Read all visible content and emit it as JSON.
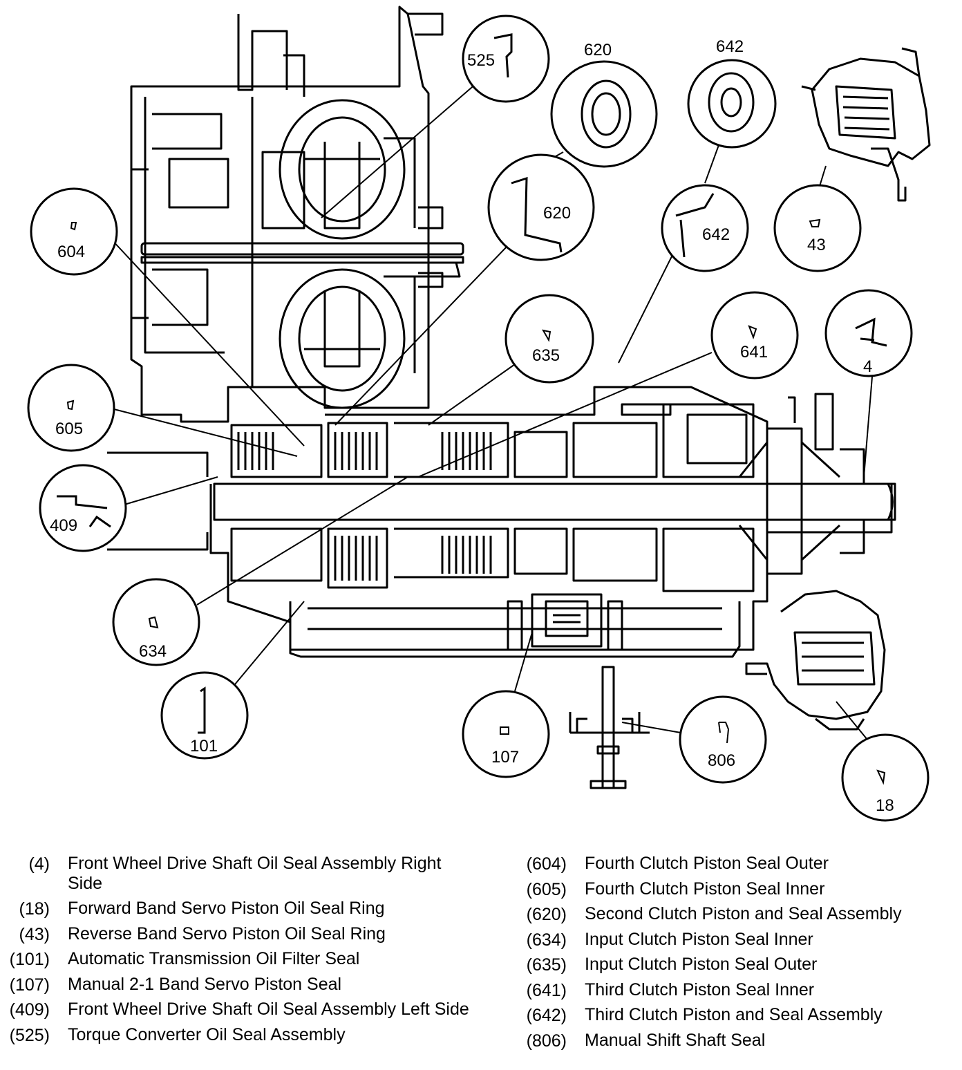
{
  "callouts": [
    {
      "id": "c525",
      "label": "525",
      "icon": "seal-profile-icon"
    },
    {
      "id": "c620-part",
      "label": "620",
      "icon": "piston-seal-part-icon"
    },
    {
      "id": "c642-part",
      "label": "642",
      "icon": "piston-seal-part-icon"
    },
    {
      "id": "c604",
      "label": "604",
      "icon": "seal-section-icon"
    },
    {
      "id": "c620",
      "label": "620",
      "icon": "seal-profile-icon"
    },
    {
      "id": "c642",
      "label": "642",
      "icon": "seal-profile-icon"
    },
    {
      "id": "c43",
      "label": "43",
      "icon": "seal-section-icon"
    },
    {
      "id": "c635",
      "label": "635",
      "icon": "seal-section-icon"
    },
    {
      "id": "c641",
      "label": "641",
      "icon": "seal-section-icon"
    },
    {
      "id": "c4",
      "label": "4",
      "icon": "seal-profile-icon"
    },
    {
      "id": "c605",
      "label": "605",
      "icon": "seal-section-icon"
    },
    {
      "id": "c409",
      "label": "409",
      "icon": "seal-profile-icon"
    },
    {
      "id": "c634",
      "label": "634",
      "icon": "seal-section-icon"
    },
    {
      "id": "c101",
      "label": "101",
      "icon": "filter-seal-icon"
    },
    {
      "id": "c107",
      "label": "107",
      "icon": "seal-section-icon"
    },
    {
      "id": "c806",
      "label": "806",
      "icon": "seal-section-icon"
    },
    {
      "id": "c18",
      "label": "18",
      "icon": "seal-section-icon"
    }
  ],
  "legend": {
    "left": [
      {
        "num": "(4)",
        "desc": "Front Wheel Drive Shaft Oil Seal Assembly Right Side"
      },
      {
        "num": "(18)",
        "desc": "Forward Band Servo Piston Oil Seal Ring"
      },
      {
        "num": "(43)",
        "desc": "Reverse Band Servo Piston Oil Seal Ring"
      },
      {
        "num": "(101)",
        "desc": "Automatic Transmission Oil Filter Seal"
      },
      {
        "num": "(107)",
        "desc": "Manual 2-1 Band Servo Piston Seal"
      },
      {
        "num": "(409)",
        "desc": "Front Wheel Drive Shaft Oil Seal Assembly Left Side"
      },
      {
        "num": "(525)",
        "desc": "Torque Converter Oil Seal Assembly"
      }
    ],
    "right": [
      {
        "num": "(604)",
        "desc": "Fourth Clutch Piston Seal Outer"
      },
      {
        "num": "(605)",
        "desc": "Fourth Clutch Piston Seal Inner"
      },
      {
        "num": "(620)",
        "desc": "Second Clutch Piston and Seal Assembly"
      },
      {
        "num": "(634)",
        "desc": "Input Clutch Piston Seal Inner"
      },
      {
        "num": "(635)",
        "desc": "Input Clutch Piston Seal Outer"
      },
      {
        "num": "(641)",
        "desc": "Third Clutch Piston Seal Inner"
      },
      {
        "num": "(642)",
        "desc": "Third Clutch Piston and Seal Assembly"
      },
      {
        "num": "(806)",
        "desc": "Manual Shift Shaft Seal"
      }
    ]
  }
}
